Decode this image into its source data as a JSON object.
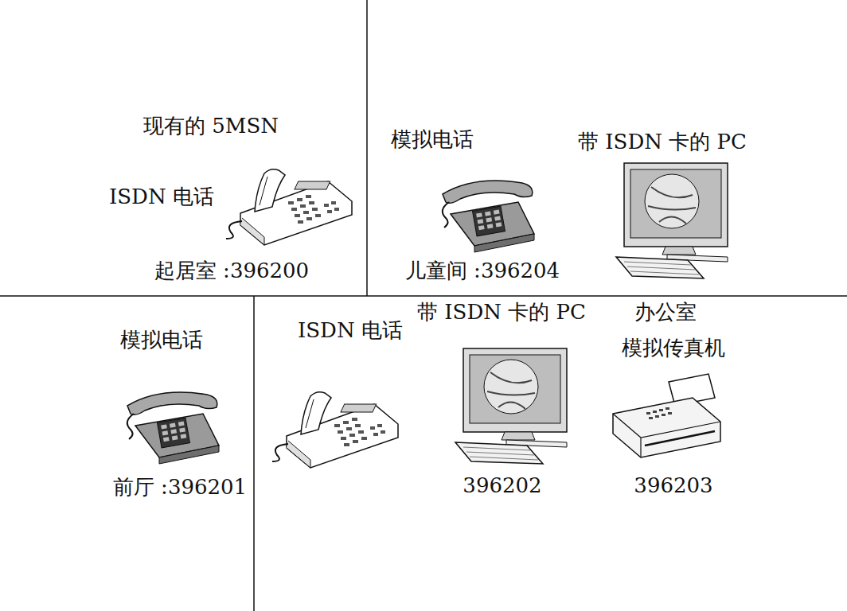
{
  "diagram": {
    "labels": [
      "现有的 5MSN",
      "ISDN 电话",
      "起居室 :396200",
      "模拟电话",
      "带 ISDN 卡的 PC",
      "儿童间 :396204",
      "带 ISDN 卡的 PC",
      "办公室",
      "模拟传真机",
      "模拟电话",
      "ISDN 电话",
      "前厅 :396201",
      "396202",
      "396203"
    ]
  }
}
